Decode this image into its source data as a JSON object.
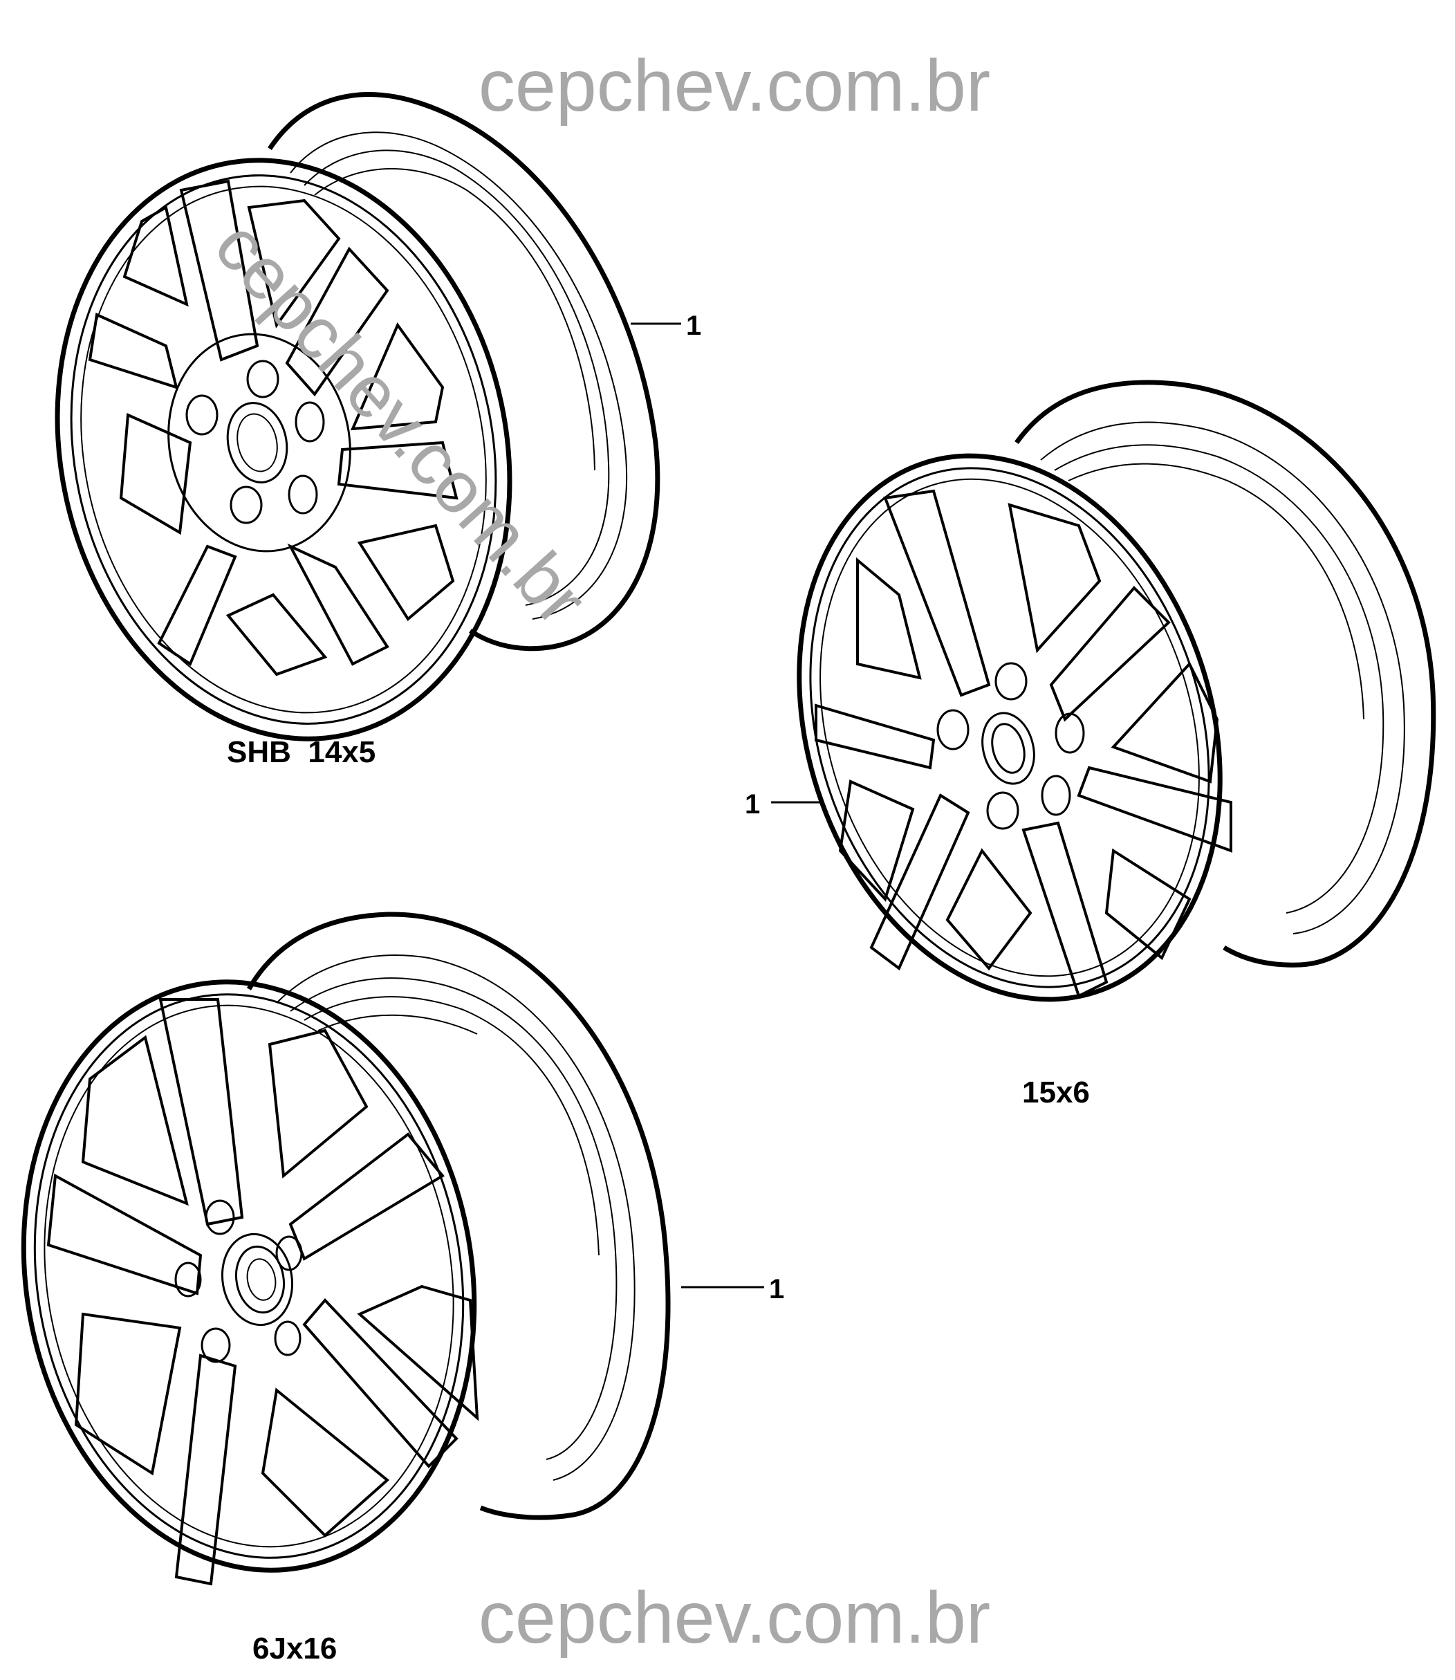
{
  "watermarks": {
    "top": "cepchev.com.br",
    "diagonal": "cepchev.com.br",
    "bottom": "cepchev.com.br"
  },
  "wheels": [
    {
      "size_label": "SHB  14x5",
      "callout": "1"
    },
    {
      "size_label": "15x6",
      "callout": "1"
    },
    {
      "size_label": "6Jx16",
      "callout": "1"
    }
  ]
}
